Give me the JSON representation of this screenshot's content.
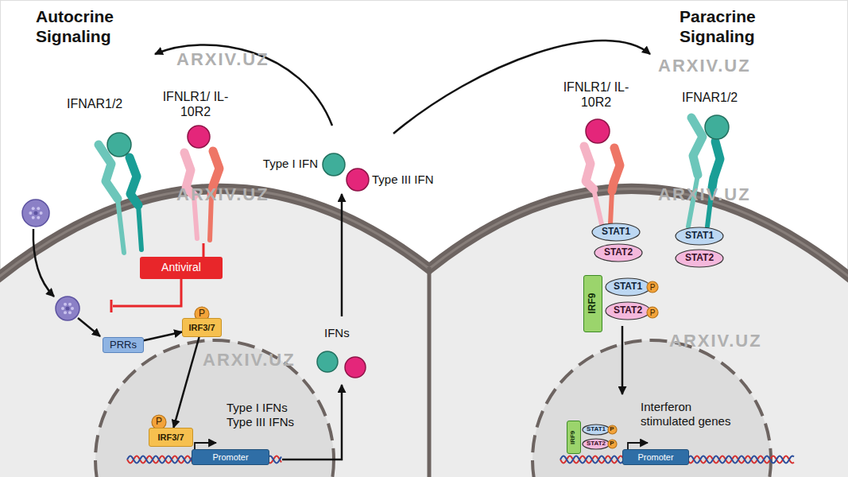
{
  "diagram": {
    "nodes": [
      {
        "text": [
          "Antiviral"
        ]
      },
      {
        "text": [
          "PRRs"
        ]
      },
      {
        "text": [
          "P"
        ]
      },
      {
        "text": [
          "IRF3/7"
        ]
      },
      {
        "text": [
          "P"
        ]
      },
      {
        "text": [
          "IRF3/7"
        ]
      },
      {
        "text": [
          "Promoter"
        ]
      },
      {
        "text": [
          "STAT1"
        ]
      },
      {
        "text": [
          "STAT2"
        ]
      },
      {
        "text": [
          "STAT1"
        ]
      },
      {
        "text": [
          "STAT2"
        ]
      },
      {
        "text": [
          "IRF9"
        ]
      },
      {
        "text": [
          "STAT1"
        ]
      },
      {
        "text": [
          "P"
        ]
      },
      {
        "text": [
          "STAT2"
        ]
      },
      {
        "text": [
          "P"
        ]
      },
      {
        "text": [
          "IRF9"
        ]
      },
      {
        "text": [
          "STAT1"
        ]
      },
      {
        "text": [
          "STAT2"
        ]
      },
      {
        "text": [
          "P"
        ]
      },
      {
        "text": [
          "P"
        ]
      },
      {
        "text": [
          "Promoter"
        ]
      }
    ],
    "edges": [
      {
        "from": 1,
        "to": 3,
        "arrow": "to"
      },
      {
        "from": 3,
        "to": 5,
        "arrow": "to"
      }
    ],
    "labels": [
      "Autocrine Signaling",
      "Paracrine Signaling",
      "IFNAR1/2",
      "IFNLR1/ IL-10R2",
      "Type I IFN",
      "Type III IFN",
      "IFNs",
      "Type I IFNs Type III IFNs",
      "IFNLR1/ IL-10R2",
      "IFNAR1/2",
      "Interferon stimulated genes",
      "ARXIV.UZ",
      "ARXIV.UZ",
      "ARXIV.UZ",
      "ARXIV.UZ",
      "ARXIV.UZ",
      "ARXIV.UZ"
    ]
  }
}
